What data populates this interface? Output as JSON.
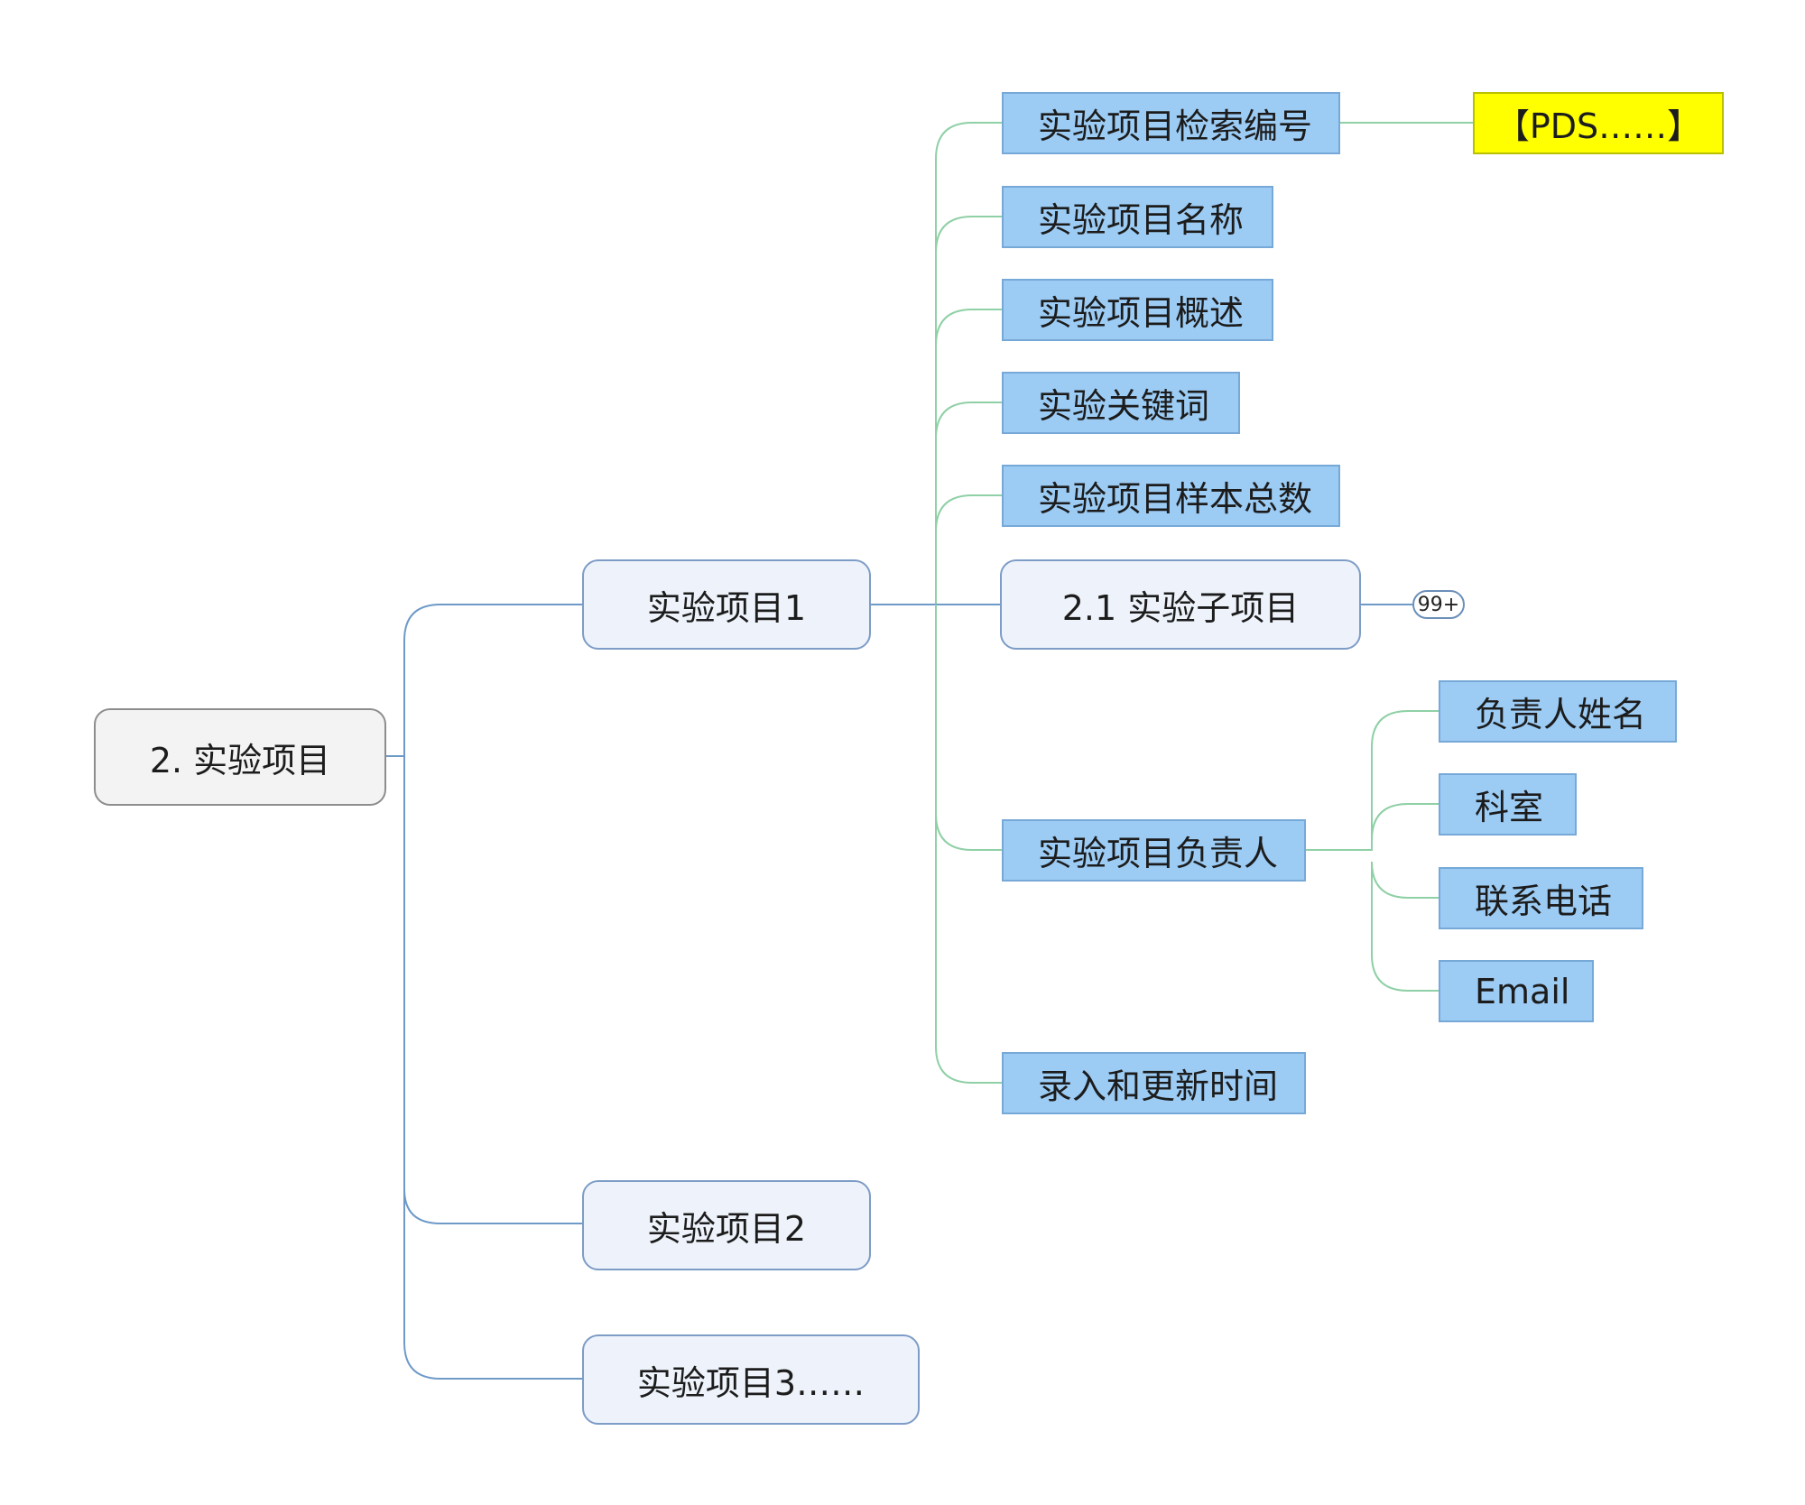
{
  "root": {
    "label": "2. 实验项目"
  },
  "projects": [
    {
      "label": "实验项目1"
    },
    {
      "label": "实验项目2"
    },
    {
      "label": "实验项目3……"
    }
  ],
  "fields": [
    {
      "label": "实验项目检索编号"
    },
    {
      "label": "实验项目名称"
    },
    {
      "label": "实验项目概述"
    },
    {
      "label": "实验关键词"
    },
    {
      "label": "实验项目样本总数"
    },
    {
      "label": "2.1 实验子项目"
    },
    {
      "label": "实验项目负责人"
    },
    {
      "label": "录入和更新时间"
    }
  ],
  "retrieval_value": {
    "label": "【PDS……】"
  },
  "collapsed_badge": "99+",
  "owner_fields": [
    {
      "label": "负责人姓名"
    },
    {
      "label": "科室"
    },
    {
      "label": "联系电话"
    },
    {
      "label": "Email"
    }
  ],
  "colors": {
    "root_fill": "#f3f3f3",
    "project_fill": "#eef3fb",
    "leaf_fill": "#9ccbf4",
    "highlight_fill": "#ffff00",
    "connector_blue": "#6e9ac8",
    "connector_green": "#8fd0a6"
  }
}
